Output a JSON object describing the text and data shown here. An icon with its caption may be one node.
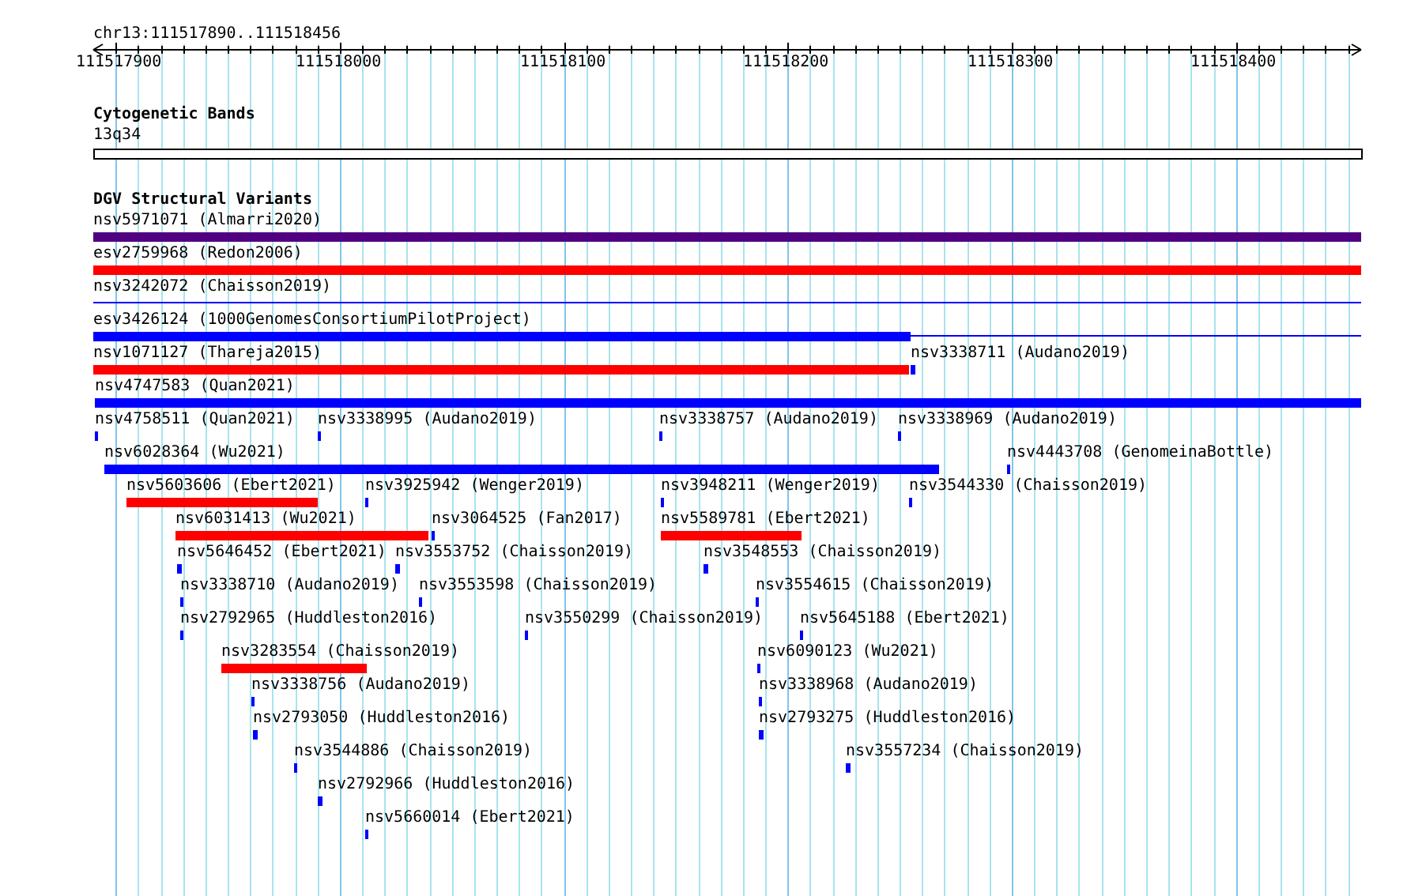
{
  "diagram": {
    "nodes": [
      {
        "text": [
          "nsv5971071 (Almarri2020)"
        ]
      },
      {
        "text": [
          "esv2759968 (Redon2006)"
        ]
      },
      {
        "text": [
          "nsv3242072 (Chaisson2019)"
        ]
      },
      {
        "text": [
          "esv3426124 (1000GenomesConsortiumPilotProject)"
        ]
      },
      {
        "text": [
          "nsv1071127 (Thareja2015)"
        ]
      },
      {
        "text": [
          "nsv3338711 (Audano2019)"
        ]
      },
      {
        "text": [
          "nsv4747583 (Quan2021)"
        ]
      },
      {
        "text": [
          "nsv4758511 (Quan2021)"
        ]
      },
      {
        "text": [
          "nsv3338995 (Audano2019)"
        ]
      },
      {
        "text": [
          "nsv3338757 (Audano2019)"
        ]
      },
      {
        "text": [
          "nsv3338969 (Audano2019)"
        ]
      },
      {
        "text": [
          "nsv6028364 (Wu2021)"
        ]
      },
      {
        "text": [
          "nsv4443708 (GenomeinaBottle)"
        ]
      },
      {
        "text": [
          "nsv5603606 (Ebert2021)"
        ]
      },
      {
        "text": [
          "nsv3925942 (Wenger2019)"
        ]
      },
      {
        "text": [
          "nsv3948211 (Wenger2019)"
        ]
      },
      {
        "text": [
          "nsv3544330 (Chaisson2019)"
        ]
      },
      {
        "text": [
          "nsv6031413 (Wu2021)"
        ]
      },
      {
        "text": [
          "nsv3064525 (Fan2017)"
        ]
      },
      {
        "text": [
          "nsv5589781 (Ebert2021)"
        ]
      },
      {
        "text": [
          "nsv5646452 (Ebert2021)"
        ]
      },
      {
        "text": [
          "nsv3553752 (Chaisson2019)"
        ]
      },
      {
        "text": [
          "nsv3548553 (Chaisson2019)"
        ]
      },
      {
        "text": [
          "nsv3338710 (Audano2019)"
        ]
      },
      {
        "text": [
          "nsv3553598 (Chaisson2019)"
        ]
      },
      {
        "text": [
          "nsv3554615 (Chaisson2019)"
        ]
      },
      {
        "text": [
          "nsv2792965 (Huddleston2016)"
        ]
      },
      {
        "text": [
          "nsv3550299 (Chaisson2019)"
        ]
      },
      {
        "text": [
          "nsv5645188 (Ebert2021)"
        ]
      },
      {
        "text": [
          "nsv3283554 (Chaisson2019)"
        ]
      },
      {
        "text": [
          "nsv6090123 (Wu2021)"
        ]
      },
      {
        "text": [
          "nsv3338756 (Audano2019)"
        ]
      },
      {
        "text": [
          "nsv3338968 (Audano2019)"
        ]
      },
      {
        "text": [
          "nsv2793050 (Huddleston2016)"
        ]
      },
      {
        "text": [
          "nsv2793275 (Huddleston2016)"
        ]
      },
      {
        "text": [
          "nsv3544886 (Chaisson2019)"
        ]
      },
      {
        "text": [
          "nsv3557234 (Chaisson2019)"
        ]
      },
      {
        "text": [
          "nsv2792966 (Huddleston2016)"
        ]
      },
      {
        "text": [
          "nsv5660014 (Ebert2021)"
        ]
      }
    ],
    "labels": [
      "chr13:111517890..111518456",
      "111517900",
      "111518000",
      "111518100",
      "111518200",
      "111518300",
      "111518400",
      "Cytogenetic Bands",
      "13q34",
      "DGV Structural Variants"
    ]
  }
}
